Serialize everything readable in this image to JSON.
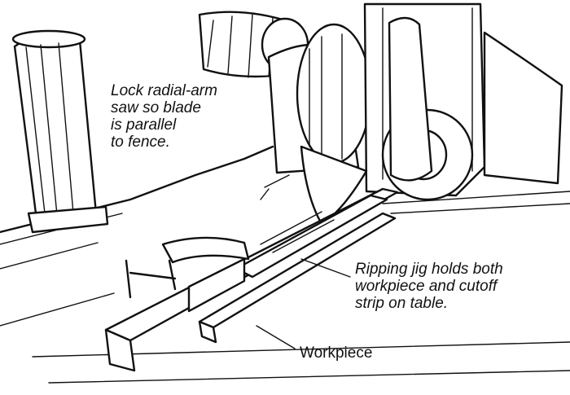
{
  "labels": {
    "lock_instruction": "Lock radial-arm\nsaw so blade\nis parallel\nto fence.",
    "jig_description": "Ripping jig holds both\nworkpiece and cutoff\nstrip on table.",
    "workpiece": "Workpiece"
  },
  "colors": {
    "ink": "#111111",
    "paper": "#ffffff"
  },
  "icons": [
    "post-illustration",
    "saw-motor-illustration",
    "clamp-illustration",
    "jig-illustration",
    "workpiece-illustration"
  ]
}
